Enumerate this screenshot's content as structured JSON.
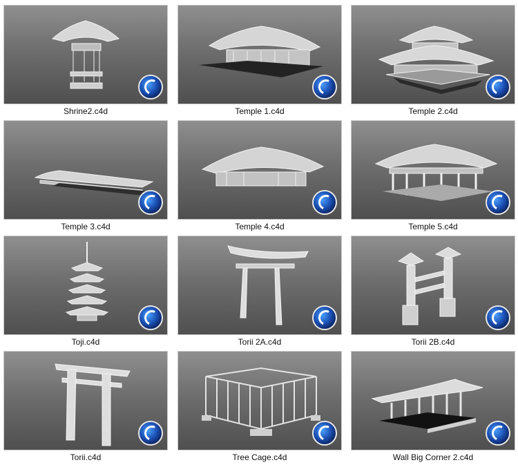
{
  "gallery": {
    "items": [
      {
        "label": "Shrine2.c4d",
        "icon": "c4d-logo-icon",
        "model": "shrine"
      },
      {
        "label": "Temple 1.c4d",
        "icon": "c4d-logo-icon",
        "model": "temple-flat"
      },
      {
        "label": "Temple 2.c4d",
        "icon": "c4d-logo-icon",
        "model": "temple-double"
      },
      {
        "label": "Temple 3.c4d",
        "icon": "c4d-logo-icon",
        "model": "temple-long"
      },
      {
        "label": "Temple 4.c4d",
        "icon": "c4d-logo-icon",
        "model": "temple-curved"
      },
      {
        "label": "Temple 5.c4d",
        "icon": "c4d-logo-icon",
        "model": "temple-pillars"
      },
      {
        "label": "Toji.c4d",
        "icon": "c4d-logo-icon",
        "model": "pagoda"
      },
      {
        "label": "Torii 2A.c4d",
        "icon": "c4d-logo-icon",
        "model": "torii-curved"
      },
      {
        "label": "Torii 2B.c4d",
        "icon": "c4d-logo-icon",
        "model": "torii-block"
      },
      {
        "label": "Torii.c4d",
        "icon": "c4d-logo-icon",
        "model": "torii"
      },
      {
        "label": "Tree Cage.c4d",
        "icon": "c4d-logo-icon",
        "model": "cage"
      },
      {
        "label": "Wall Big Corner 2.c4d",
        "icon": "c4d-logo-icon",
        "model": "wall-corner"
      }
    ]
  }
}
